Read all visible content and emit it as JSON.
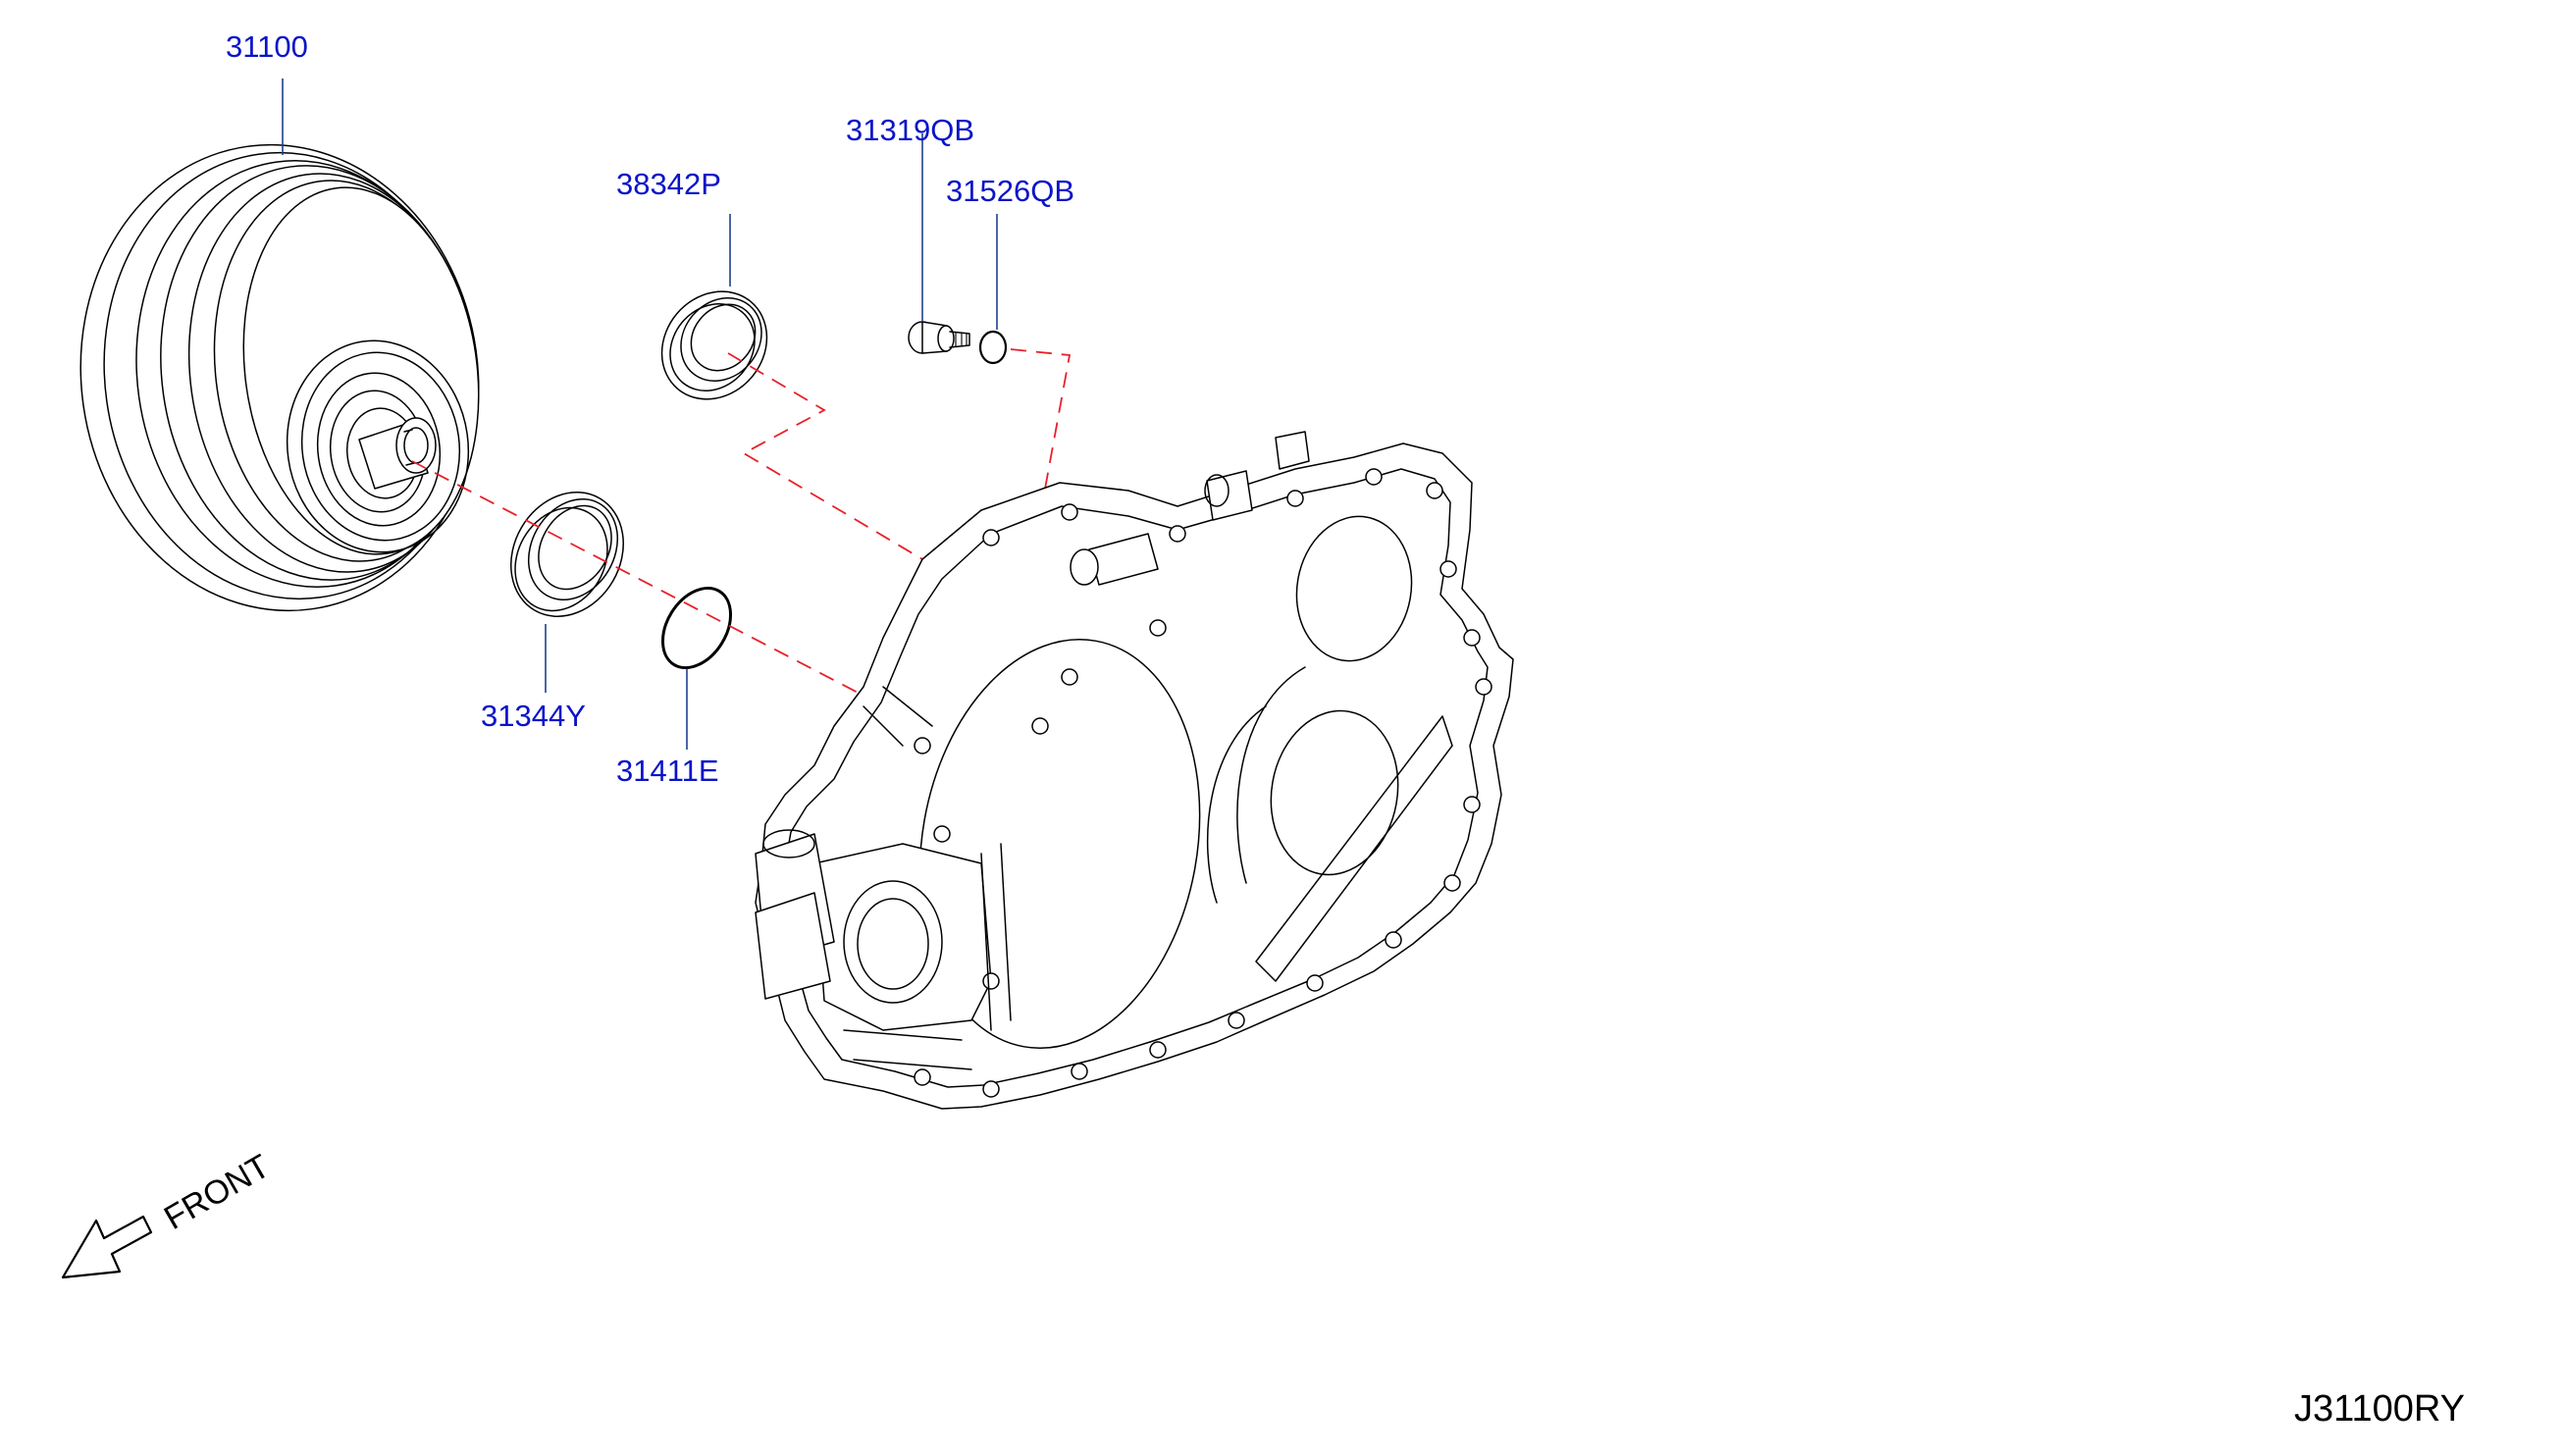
{
  "parts": [
    {
      "id": "torque-converter",
      "number": "31100"
    },
    {
      "id": "oil-seal-outer",
      "number": "38342P"
    },
    {
      "id": "plug-bolt",
      "number": "31319QB"
    },
    {
      "id": "o-ring-small",
      "number": "31526QB"
    },
    {
      "id": "oil-seal-inner",
      "number": "31344Y"
    },
    {
      "id": "o-ring-large",
      "number": "31411E"
    }
  ],
  "direction_label": "FRONT",
  "diagram_code": "J31100RY",
  "colors": {
    "label": "#0a14c8",
    "leader": "#1f3f8f",
    "dashed_link": "#e8202a",
    "line_art": "#000000"
  }
}
